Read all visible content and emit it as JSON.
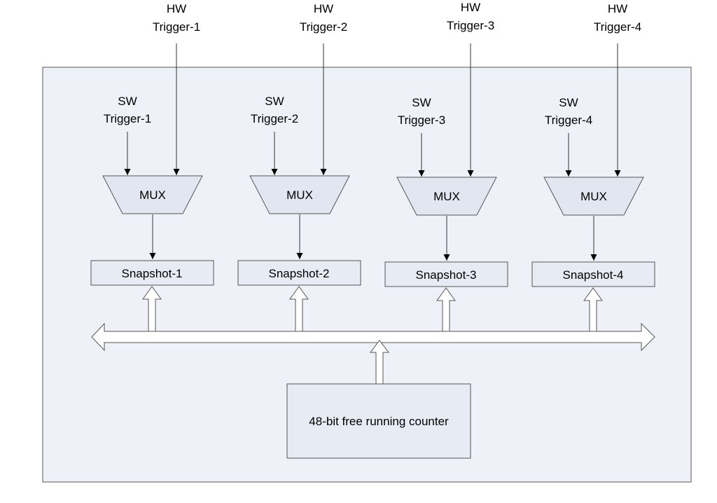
{
  "colors": {
    "container_fill": "#eef1f8",
    "block_fill": "#e7ecf4",
    "mux_fill": "#e1e6f0",
    "stroke": "#555555"
  },
  "channels": [
    {
      "hw_line1": "HW",
      "hw_line2": "Trigger-1",
      "sw_line1": "SW",
      "sw_line2": "Trigger-1",
      "mux": "MUX",
      "snapshot": "Snapshot-1"
    },
    {
      "hw_line1": "HW",
      "hw_line2": "Trigger-2",
      "sw_line1": "SW",
      "sw_line2": "Trigger-2",
      "mux": "MUX",
      "snapshot": "Snapshot-2"
    },
    {
      "hw_line1": "HW",
      "hw_line2": "Trigger-3",
      "sw_line1": "SW",
      "sw_line2": "Trigger-3",
      "mux": "MUX",
      "snapshot": "Snapshot-3"
    },
    {
      "hw_line1": "HW",
      "hw_line2": "Trigger-4",
      "sw_line1": "SW",
      "sw_line2": "Trigger-4",
      "mux": "MUX",
      "snapshot": "Snapshot-4"
    }
  ],
  "counter": {
    "label": "48-bit free running counter"
  }
}
